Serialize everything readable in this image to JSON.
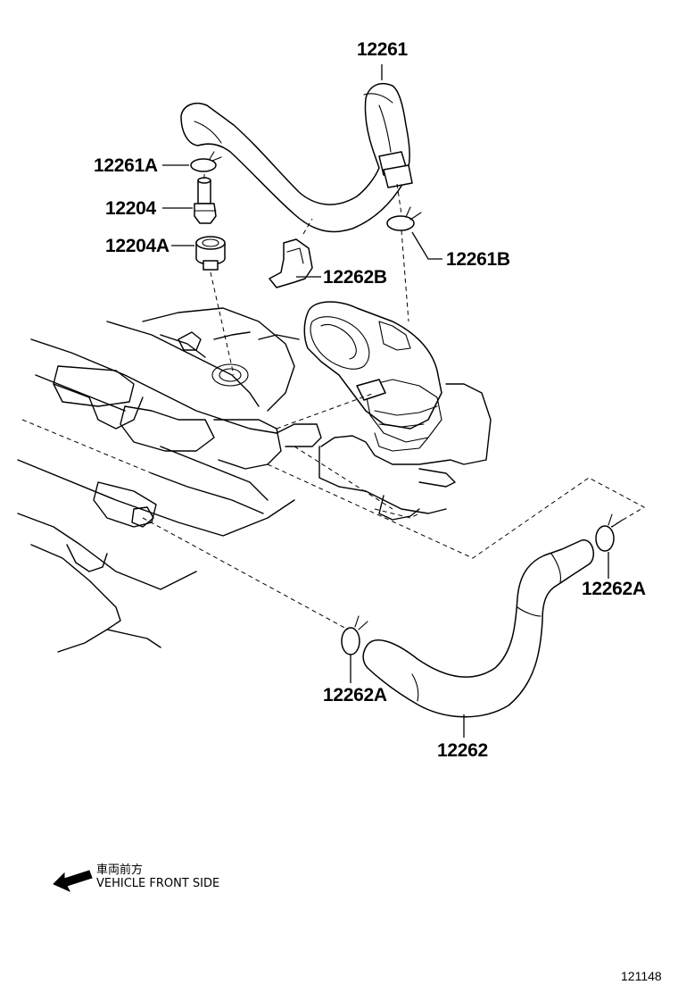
{
  "diagram": {
    "labels": {
      "p12261": "12261",
      "p12261A": "12261A",
      "p12204": "12204",
      "p12204A": "12204A",
      "p12262B": "12262B",
      "p12261B": "12261B",
      "p12262A_right": "12262A",
      "p12262A_left": "12262A",
      "p12262": "12262"
    },
    "legend": {
      "japanese": "車両前方",
      "english": "VEHICLE FRONT SIDE",
      "arrow_icon": "arrow-left-icon"
    },
    "figure_code": "121148"
  }
}
